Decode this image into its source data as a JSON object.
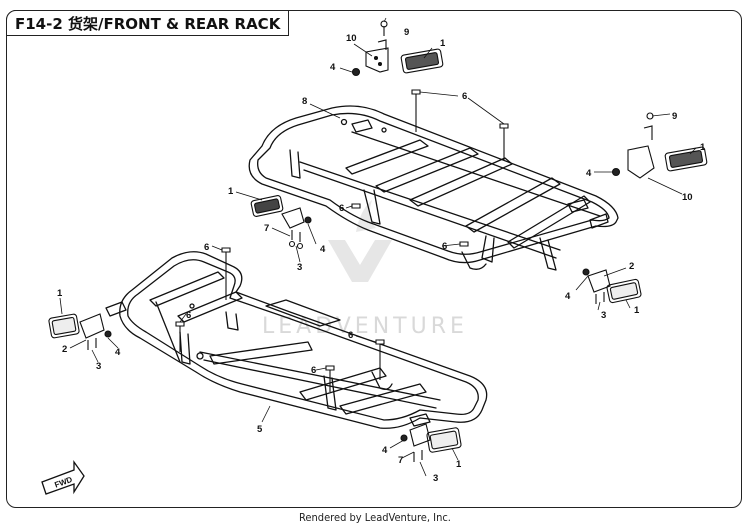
{
  "diagram": {
    "title": "F14-2 货架/FRONT & REAR RACK",
    "watermark": "LEADVENTURE",
    "footer": "Rendered by LeadVenture, Inc.",
    "fwd_label": "FWD",
    "callouts": [
      {
        "id": "c1",
        "label": "9"
      },
      {
        "id": "c2",
        "label": "10"
      },
      {
        "id": "c3",
        "label": "1"
      },
      {
        "id": "c4",
        "label": "4"
      },
      {
        "id": "c5",
        "label": "8"
      },
      {
        "id": "c6",
        "label": "6"
      },
      {
        "id": "c7",
        "label": "9"
      },
      {
        "id": "c8",
        "label": "1"
      },
      {
        "id": "c9",
        "label": "4"
      },
      {
        "id": "c10",
        "label": "10"
      },
      {
        "id": "c11",
        "label": "1"
      },
      {
        "id": "c12",
        "label": "6"
      },
      {
        "id": "c13",
        "label": "7"
      },
      {
        "id": "c14",
        "label": "4"
      },
      {
        "id": "c15",
        "label": "3"
      },
      {
        "id": "c16",
        "label": "6"
      },
      {
        "id": "c17",
        "label": "2"
      },
      {
        "id": "c18",
        "label": "4"
      },
      {
        "id": "c19",
        "label": "3"
      },
      {
        "id": "c20",
        "label": "1"
      },
      {
        "id": "c21",
        "label": "6"
      },
      {
        "id": "c22",
        "label": "1"
      },
      {
        "id": "c23",
        "label": "2"
      },
      {
        "id": "c24",
        "label": "4"
      },
      {
        "id": "c25",
        "label": "3"
      },
      {
        "id": "c26",
        "label": "6"
      },
      {
        "id": "c27",
        "label": "6"
      },
      {
        "id": "c28",
        "label": "6"
      },
      {
        "id": "c29",
        "label": "5"
      },
      {
        "id": "c30",
        "label": "4"
      },
      {
        "id": "c31",
        "label": "7"
      },
      {
        "id": "c32",
        "label": "3"
      },
      {
        "id": "c33",
        "label": "1"
      }
    ]
  }
}
